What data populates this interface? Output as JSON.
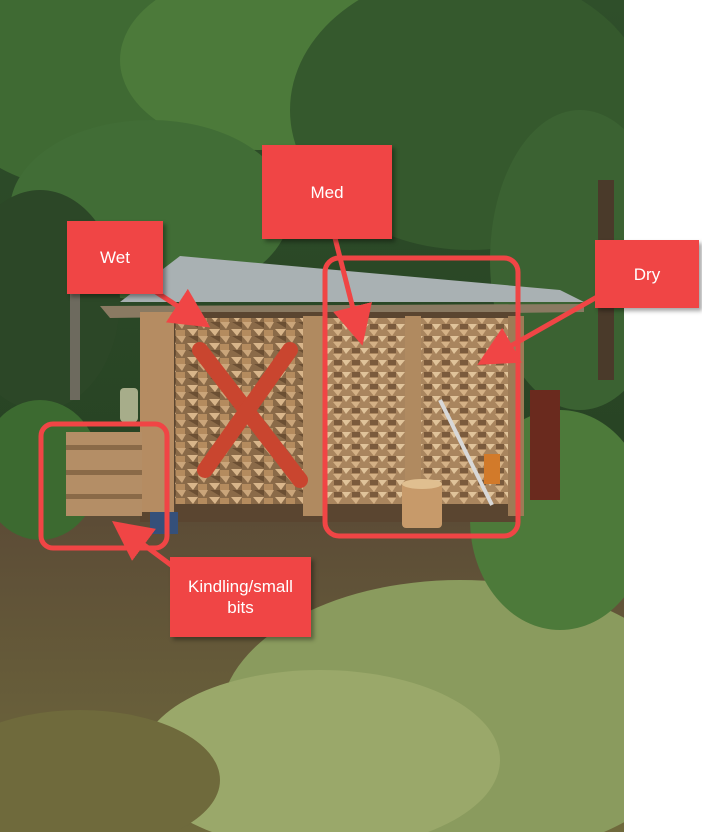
{
  "labels": {
    "wet": "Wet",
    "med": "Med",
    "dry": "Dry",
    "kindling": "Kindling/small bits"
  },
  "colors": {
    "annotation_red": "#f04545",
    "page_background": "#ffffff"
  }
}
